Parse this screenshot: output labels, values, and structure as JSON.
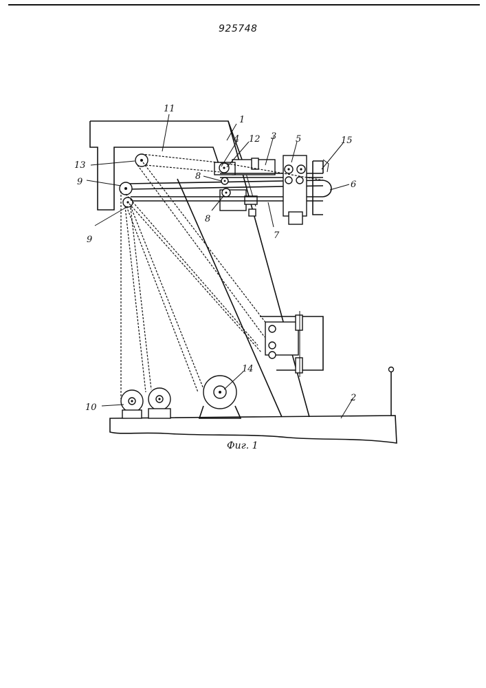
{
  "header": {
    "patent_number": "925748"
  },
  "caption": "Фиг. 1",
  "part_labels": [
    "1",
    "2",
    "3",
    "4",
    "5",
    "6",
    "7",
    "8",
    "8",
    "9",
    "9",
    "10",
    "11",
    "12",
    "13",
    "14",
    "15"
  ]
}
